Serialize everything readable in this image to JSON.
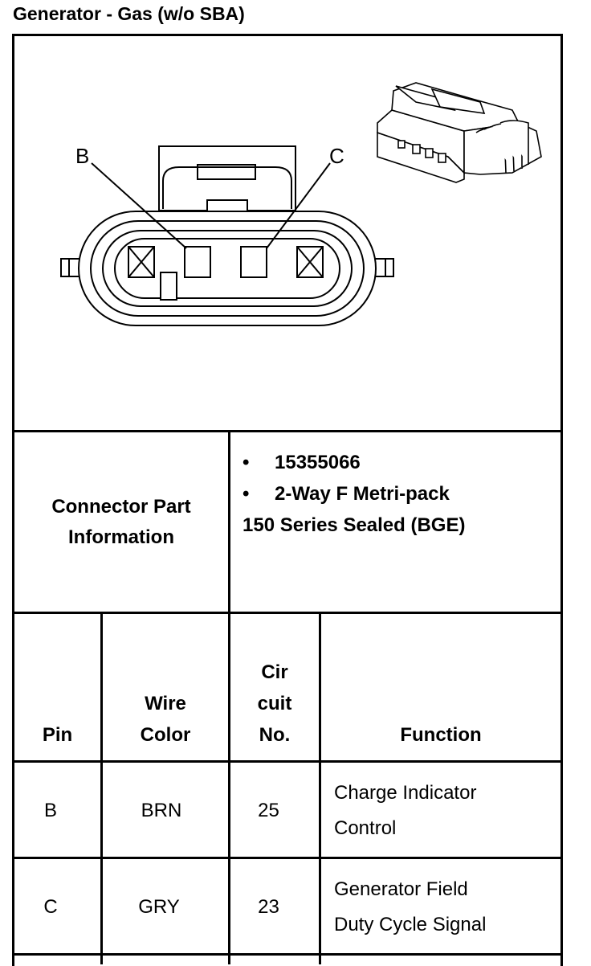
{
  "title": "Generator - Gas (w/o SBA)",
  "diagram": {
    "pin_labels": [
      "B",
      "C"
    ]
  },
  "connector": {
    "label_line1": "Connector Part",
    "label_line2": "Information",
    "bullets": [
      "15355066",
      "2-Way F Metri-pack"
    ],
    "extra_line": "150 Series Sealed (BGE)"
  },
  "table": {
    "headers": {
      "pin": "Pin",
      "wire_color": [
        "Wire",
        "Color"
      ],
      "circuit": [
        "Cir",
        "cuit",
        "No."
      ],
      "function": "Function"
    },
    "rows": [
      {
        "pin": "B",
        "wire_color": "BRN",
        "circuit": "25",
        "function": [
          "Charge Indicator",
          "Control"
        ]
      },
      {
        "pin": "C",
        "wire_color": "GRY",
        "circuit": "23",
        "function": [
          "Generator Field",
          "Duty Cycle Signal"
        ]
      }
    ]
  }
}
